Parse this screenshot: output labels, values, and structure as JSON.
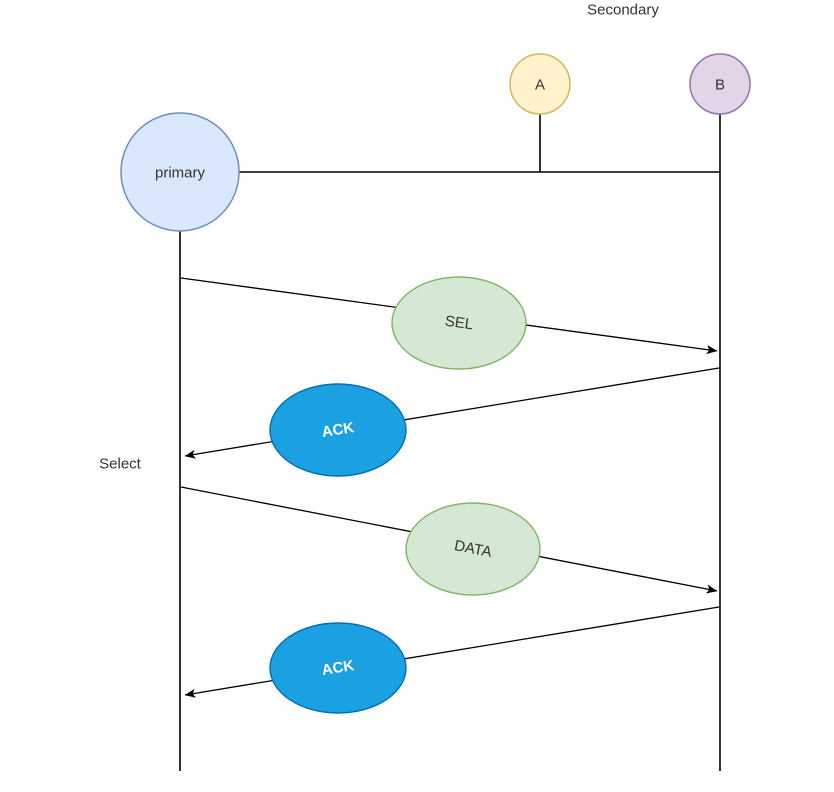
{
  "diagram": {
    "secondary_title": "Secondary",
    "select_label": "Select",
    "nodes": {
      "primary": {
        "label": "primary"
      },
      "a": {
        "label": "A"
      },
      "b": {
        "label": "B"
      }
    },
    "messages": [
      {
        "label": "SEL",
        "kind": "request"
      },
      {
        "label": "ACK",
        "kind": "response"
      },
      {
        "label": "DATA",
        "kind": "request"
      },
      {
        "label": "ACK",
        "kind": "response"
      }
    ]
  },
  "colors": {
    "background": "#ffffff",
    "line": "#000000",
    "text_dark": "#333333",
    "text_light": "#ffffff",
    "primary_fill": "#dae8fc",
    "primary_stroke": "#6c8ebf",
    "a_fill": "#fff2cc",
    "a_stroke": "#d6b656",
    "b_fill": "#e1d5e7",
    "b_stroke": "#9673a6",
    "green_fill": "#d5e8d4",
    "green_stroke": "#82b366",
    "blue_fill": "#1ba1e2",
    "blue_stroke": "#006eaf"
  }
}
